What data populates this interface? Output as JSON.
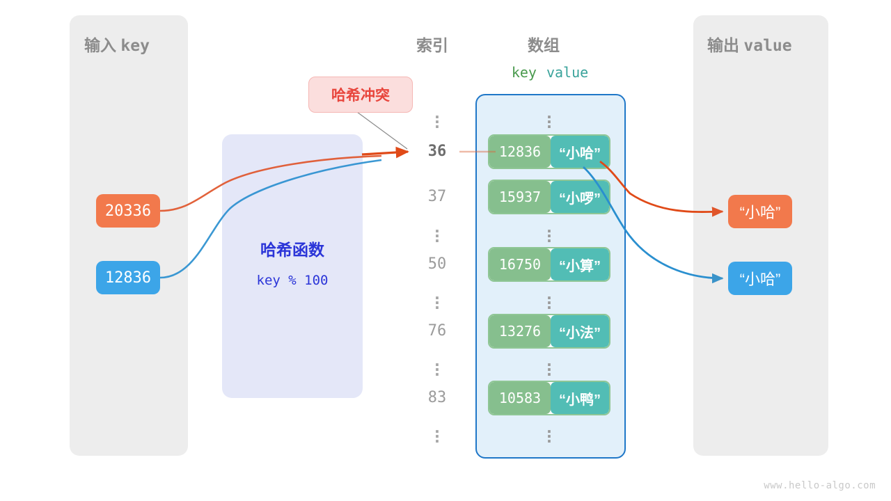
{
  "panels": {
    "input": {
      "title_cn": "输入",
      "title_mono": "key"
    },
    "output": {
      "title_cn": "输出",
      "title_mono": "value"
    }
  },
  "captions": {
    "index": "索引",
    "array": "数组",
    "key": "key",
    "value": "value"
  },
  "collision": {
    "label": "哈希冲突"
  },
  "hash_function": {
    "name": "哈希函数",
    "formula": "key % 100"
  },
  "inputs": [
    {
      "value": "20336",
      "color": "#f2794c"
    },
    {
      "value": "12836",
      "color": "#3ca5e8"
    }
  ],
  "outputs": [
    {
      "value": "“小哈”",
      "color": "#f2794c"
    },
    {
      "value": "“小哈”",
      "color": "#3ca5e8"
    }
  ],
  "indices": [
    {
      "label": "36",
      "highlight": true
    },
    {
      "label": "37",
      "highlight": false
    },
    {
      "label": "50",
      "highlight": false
    },
    {
      "label": "76",
      "highlight": false
    },
    {
      "label": "83",
      "highlight": false
    }
  ],
  "buckets": [
    {
      "index": "36",
      "key": "12836",
      "value": "“小哈”"
    },
    {
      "index": "37",
      "key": "15937",
      "value": "“小啰”"
    },
    {
      "index": "50",
      "key": "16750",
      "value": "“小算”"
    },
    {
      "index": "76",
      "key": "13276",
      "value": "“小法”"
    },
    {
      "index": "83",
      "key": "10583",
      "value": "“小鸭”"
    }
  ],
  "ellipsis": "⋮",
  "colors": {
    "panel_bg": "#ededed",
    "array_bg": "#e2f0fa",
    "array_border": "#1f77c8",
    "key_cell": "#86bf8e",
    "value_cell": "#52bdb5",
    "hash_box": "#e4e7f8",
    "hash_text": "#2b35d8",
    "collision_bg": "#fbdedd",
    "collision_text": "#e8453c",
    "orange": "#f2794c",
    "blue": "#3ca5e8"
  },
  "watermark": "www.hello-algo.com"
}
